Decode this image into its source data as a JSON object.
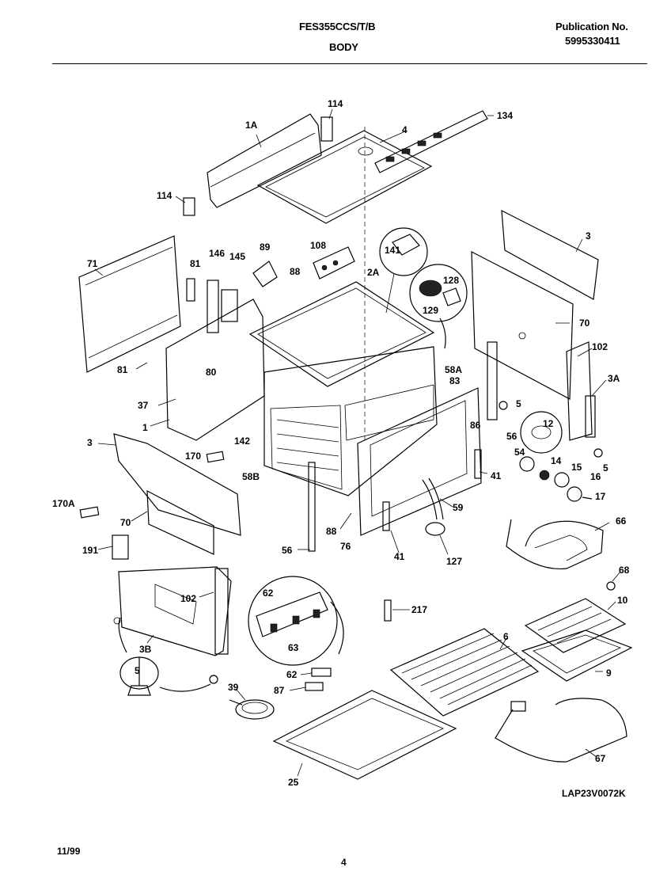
{
  "header": {
    "model": "FES355CCS/T/B",
    "section": "BODY",
    "publication_label": "Publication No.",
    "publication_number": "5995330411"
  },
  "footer": {
    "date": "11/99",
    "page": "4",
    "drawing_code": "LAP23V0072K"
  },
  "callouts": [
    {
      "id": "c114a",
      "text": "114"
    },
    {
      "id": "c1A",
      "text": "1A"
    },
    {
      "id": "c4",
      "text": "4"
    },
    {
      "id": "c134",
      "text": "134"
    },
    {
      "id": "c114b",
      "text": "114"
    },
    {
      "id": "c71",
      "text": "71"
    },
    {
      "id": "c81a",
      "text": "81"
    },
    {
      "id": "c146",
      "text": "146"
    },
    {
      "id": "c145",
      "text": "145"
    },
    {
      "id": "c89",
      "text": "89"
    },
    {
      "id": "c108",
      "text": "108"
    },
    {
      "id": "c141",
      "text": "141"
    },
    {
      "id": "c88a",
      "text": "88"
    },
    {
      "id": "c2A",
      "text": "2A"
    },
    {
      "id": "c128",
      "text": "128"
    },
    {
      "id": "c129",
      "text": "129"
    },
    {
      "id": "c3a",
      "text": "3"
    },
    {
      "id": "c70a",
      "text": "70"
    },
    {
      "id": "c102a",
      "text": "102"
    },
    {
      "id": "c3A",
      "text": "3A"
    },
    {
      "id": "c81b",
      "text": "81"
    },
    {
      "id": "c80",
      "text": "80"
    },
    {
      "id": "c58A",
      "text": "58A"
    },
    {
      "id": "c83",
      "text": "83"
    },
    {
      "id": "c37",
      "text": "37"
    },
    {
      "id": "c5a",
      "text": "5"
    },
    {
      "id": "c1",
      "text": "1"
    },
    {
      "id": "c86",
      "text": "86"
    },
    {
      "id": "c12",
      "text": "12"
    },
    {
      "id": "c5b",
      "text": "5"
    },
    {
      "id": "c142",
      "text": "142"
    },
    {
      "id": "c56a",
      "text": "56"
    },
    {
      "id": "c3b",
      "text": "3"
    },
    {
      "id": "c170",
      "text": "170"
    },
    {
      "id": "c54",
      "text": "54"
    },
    {
      "id": "c14",
      "text": "14"
    },
    {
      "id": "c15",
      "text": "15"
    },
    {
      "id": "c16",
      "text": "16"
    },
    {
      "id": "c58B",
      "text": "58B"
    },
    {
      "id": "c41a",
      "text": "41"
    },
    {
      "id": "c17",
      "text": "17"
    },
    {
      "id": "c170A",
      "text": "170A"
    },
    {
      "id": "c59",
      "text": "59"
    },
    {
      "id": "c70b",
      "text": "70"
    },
    {
      "id": "c88b",
      "text": "88"
    },
    {
      "id": "c66",
      "text": "66"
    },
    {
      "id": "c191",
      "text": "191"
    },
    {
      "id": "c76",
      "text": "76"
    },
    {
      "id": "c56b",
      "text": "56"
    },
    {
      "id": "c41b",
      "text": "41"
    },
    {
      "id": "c127",
      "text": "127"
    },
    {
      "id": "c68",
      "text": "68"
    },
    {
      "id": "c102b",
      "text": "102"
    },
    {
      "id": "c62a",
      "text": "62"
    },
    {
      "id": "c10",
      "text": "10"
    },
    {
      "id": "c217",
      "text": "217"
    },
    {
      "id": "c3B",
      "text": "3B"
    },
    {
      "id": "c63",
      "text": "63"
    },
    {
      "id": "c6",
      "text": "6"
    },
    {
      "id": "c5c",
      "text": "5"
    },
    {
      "id": "c9",
      "text": "9"
    },
    {
      "id": "c62b",
      "text": "62"
    },
    {
      "id": "c39",
      "text": "39"
    },
    {
      "id": "c87",
      "text": "87"
    },
    {
      "id": "c67",
      "text": "67"
    },
    {
      "id": "c25",
      "text": "25"
    }
  ]
}
